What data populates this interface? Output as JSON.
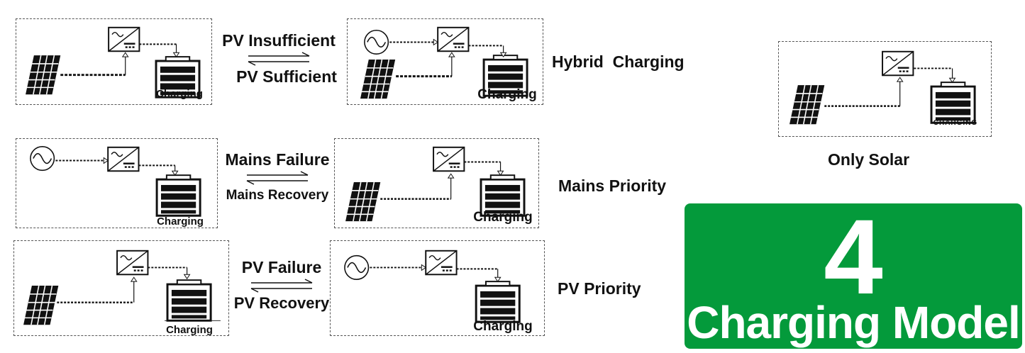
{
  "panels": {
    "charging_text": "Charging",
    "stencil_text": "CHARGING"
  },
  "transitions": {
    "hybrid": {
      "top": "PV Insufficient",
      "bottom": "PV Sufficient"
    },
    "mains": {
      "top": "Mains Failure",
      "bottom": "Mains Recovery"
    },
    "pv": {
      "top": "PV Failure",
      "bottom": "PV Recovery"
    }
  },
  "modes": {
    "hybrid": "Hybrid  Charging",
    "mains_priority": "Mains Priority",
    "pv_priority": "PV Priority",
    "only_solar": "Only Solar"
  },
  "badge": {
    "number": "4",
    "title": "Charging Model"
  },
  "colors": {
    "badge_green": "#049a3b",
    "line": "#111111"
  },
  "icons": [
    "solar-panel-icon",
    "inverter-icon",
    "battery-icon",
    "ac-mains-icon"
  ]
}
